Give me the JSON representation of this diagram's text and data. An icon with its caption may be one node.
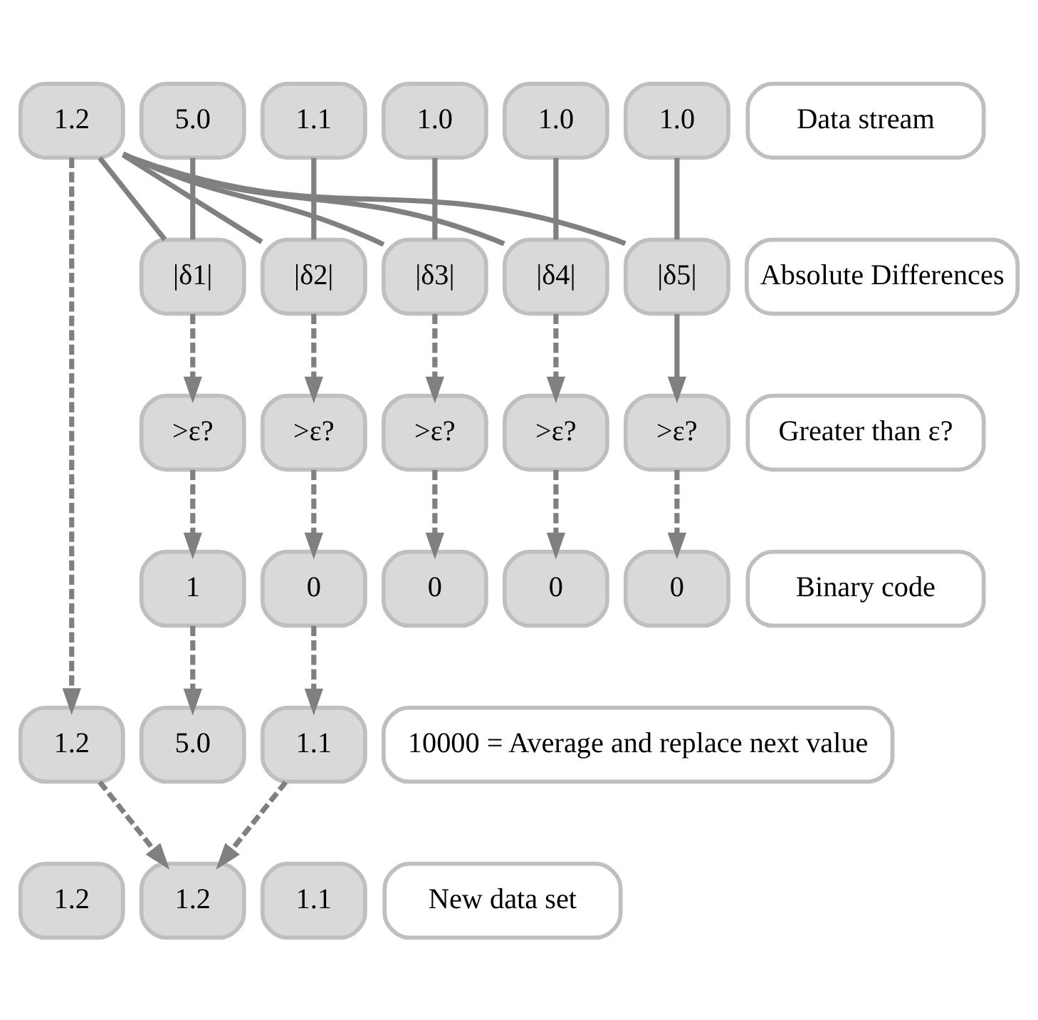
{
  "diagram": {
    "nodes": [
      {
        "text": [
          "1.2"
        ]
      },
      {
        "text": [
          "5.0"
        ]
      },
      {
        "text": [
          "1.1"
        ]
      },
      {
        "text": [
          "1.0"
        ]
      },
      {
        "text": [
          "1.0"
        ]
      },
      {
        "text": [
          "1.0"
        ]
      },
      {
        "text": [
          "|δ1|"
        ]
      },
      {
        "text": [
          "|δ2|"
        ]
      },
      {
        "text": [
          "|δ3|"
        ]
      },
      {
        "text": [
          "|δ4|"
        ]
      },
      {
        "text": [
          "|δ5|"
        ]
      },
      {
        "text": [
          ">ε?"
        ]
      },
      {
        "text": [
          ">ε?"
        ]
      },
      {
        "text": [
          ">ε?"
        ]
      },
      {
        "text": [
          ">ε?"
        ]
      },
      {
        "text": [
          ">ε?"
        ]
      },
      {
        "text": [
          "1"
        ]
      },
      {
        "text": [
          "0"
        ]
      },
      {
        "text": [
          "0"
        ]
      },
      {
        "text": [
          "0"
        ]
      },
      {
        "text": [
          "0"
        ]
      },
      {
        "text": [
          "1.2"
        ]
      },
      {
        "text": [
          "5.0"
        ]
      },
      {
        "text": [
          "1.1"
        ]
      },
      {
        "text": [
          "1.2"
        ]
      },
      {
        "text": [
          "1.2"
        ]
      },
      {
        "text": [
          "1.1"
        ]
      },
      {
        "text": [
          "Data stream"
        ]
      },
      {
        "text": [
          "Absolute Differences"
        ]
      },
      {
        "text": [
          "Greater than ε?"
        ]
      },
      {
        "text": [
          "Binary code"
        ]
      },
      {
        "text": [
          "10000 = Average and replace next value"
        ]
      },
      {
        "text": [
          "New data set"
        ]
      }
    ],
    "edges": [
      {
        "from": 1,
        "to": 6,
        "arrow": "none"
      },
      {
        "from": 0,
        "to": 6,
        "arrow": "none"
      },
      {
        "from": 2,
        "to": 7,
        "arrow": "none"
      },
      {
        "from": 0,
        "to": 7,
        "arrow": "none"
      },
      {
        "from": 3,
        "to": 8,
        "arrow": "none"
      },
      {
        "from": 0,
        "to": 8,
        "arrow": "none"
      },
      {
        "from": 4,
        "to": 9,
        "arrow": "none"
      },
      {
        "from": 0,
        "to": 9,
        "arrow": "none"
      },
      {
        "from": 5,
        "to": 10,
        "arrow": "none"
      },
      {
        "from": 0,
        "to": 10,
        "arrow": "none"
      },
      {
        "from": 6,
        "to": 11,
        "arrow": "to",
        "style": "dashed"
      },
      {
        "from": 7,
        "to": 12,
        "arrow": "to",
        "style": "dashed"
      },
      {
        "from": 8,
        "to": 13,
        "arrow": "to",
        "style": "dashed"
      },
      {
        "from": 9,
        "to": 14,
        "arrow": "to",
        "style": "dashed"
      },
      {
        "from": 10,
        "to": 15,
        "arrow": "to"
      },
      {
        "from": 11,
        "to": 16,
        "arrow": "to",
        "style": "dashed"
      },
      {
        "from": 12,
        "to": 17,
        "arrow": "to",
        "style": "dashed"
      },
      {
        "from": 13,
        "to": 18,
        "arrow": "to",
        "style": "dashed"
      },
      {
        "from": 14,
        "to": 19,
        "arrow": "to",
        "style": "dashed"
      },
      {
        "from": 15,
        "to": 20,
        "arrow": "to",
        "style": "dashed"
      },
      {
        "from": 0,
        "to": 21,
        "arrow": "to",
        "style": "dashed"
      },
      {
        "from": 16,
        "to": 22,
        "arrow": "to",
        "style": "dashed"
      },
      {
        "from": 17,
        "to": 23,
        "arrow": "to",
        "style": "dashed"
      },
      {
        "from": 21,
        "to": 25,
        "arrow": "to",
        "style": "dashed"
      },
      {
        "from": 23,
        "to": 25,
        "arrow": "to",
        "style": "dashed"
      }
    ]
  }
}
